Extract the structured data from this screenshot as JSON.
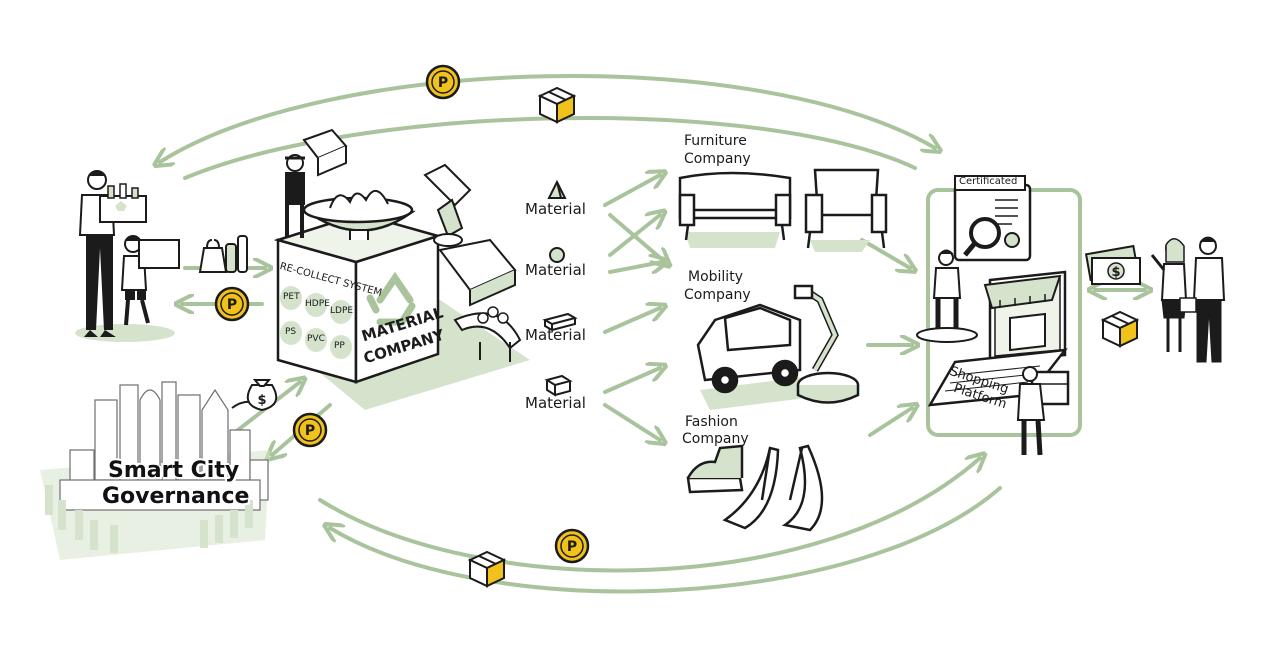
{
  "colors": {
    "accent_green": "#a9c49d",
    "light_green": "#d5e3cd",
    "coin_yellow": "#f1c21b",
    "ink": "#1b1b1b"
  },
  "material_company": {
    "collect_title": "RE-COLLECT SYSTEM",
    "plastics": [
      "PET",
      "HDPE",
      "LDPE",
      "PS",
      "PVC",
      "PP"
    ],
    "name_line1": "MATERIAL",
    "name_line2": "COMPANY"
  },
  "materials": [
    "Material",
    "Material",
    "Material",
    "Material"
  ],
  "furniture_company": {
    "line1": "Furniture",
    "line2": "Company"
  },
  "mobility_company": {
    "line1": "Mobility",
    "line2": "Company"
  },
  "fashion_company": {
    "line1": "Fashion",
    "line2": "Company"
  },
  "shopping_platform": {
    "line1": "Shopping",
    "line2": "Platform",
    "badge": "Certificated"
  },
  "smart_city": {
    "line1": "Smart City",
    "line2": "Governance"
  },
  "icons": [
    "point-coin-icon",
    "parcel-box-icon",
    "money-bag-icon",
    "recycle-icon",
    "banknote-icon",
    "dollar-icon"
  ],
  "coin_symbol": "P",
  "money_symbol": "$"
}
